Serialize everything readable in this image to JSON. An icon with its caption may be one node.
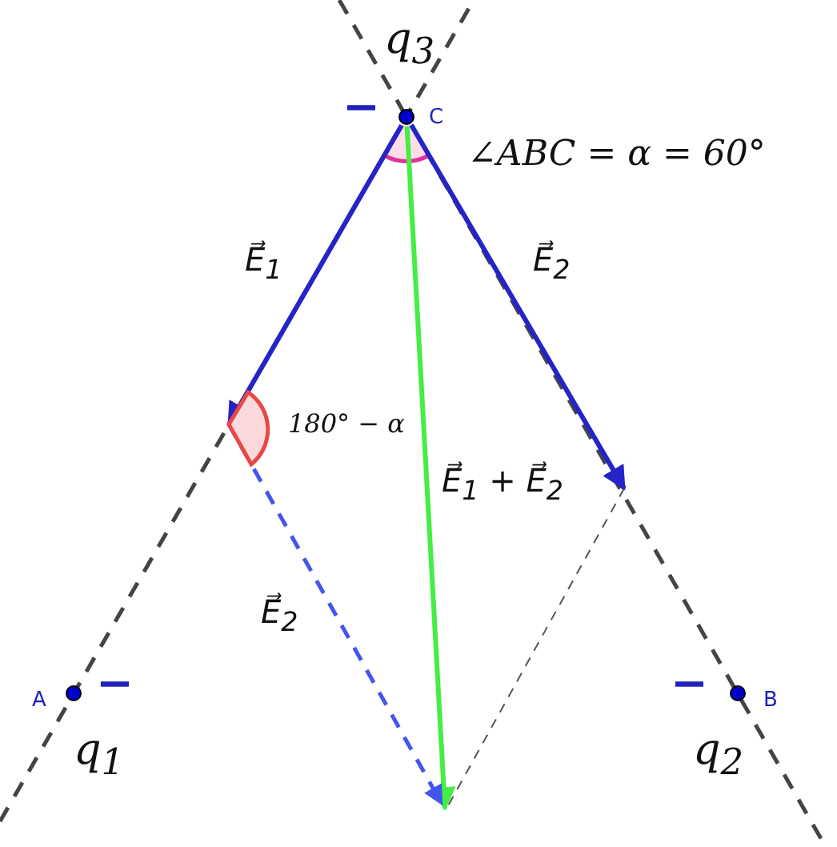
{
  "diagram": {
    "nodes": [
      {
        "text": [
          "C"
        ],
        "beside": [
          "−",
          "q$_{3}$"
        ]
      },
      {
        "text": [
          "A"
        ],
        "beside": [
          "−",
          "q$_{1}$"
        ]
      },
      {
        "text": [
          "B"
        ],
        "beside": [
          "−",
          "q$_{2}$"
        ]
      },
      {
        "text": [],
        "shape": "sector",
        "beside": [
          "180° − α"
        ]
      }
    ],
    "edges": [
      {
        "from": 0,
        "to": 3,
        "arrow": "to",
        "label": "E⃗$_{1}$"
      },
      {
        "from": 0,
        "to": null,
        "arrow": "to",
        "label": "E⃗$_{2}$"
      },
      {
        "from": 0,
        "to": null,
        "arrow": "to",
        "label": "E⃗$_{1}$ + E⃗$_{2}$",
        "color": "#44ee44"
      },
      {
        "from": 3,
        "to": null,
        "arrow": "to",
        "label": "E⃗$_{2}$",
        "style": "dashed",
        "color": "#4455ee"
      }
    ],
    "labels": [
      "∠ABC = α = 60°"
    ]
  }
}
